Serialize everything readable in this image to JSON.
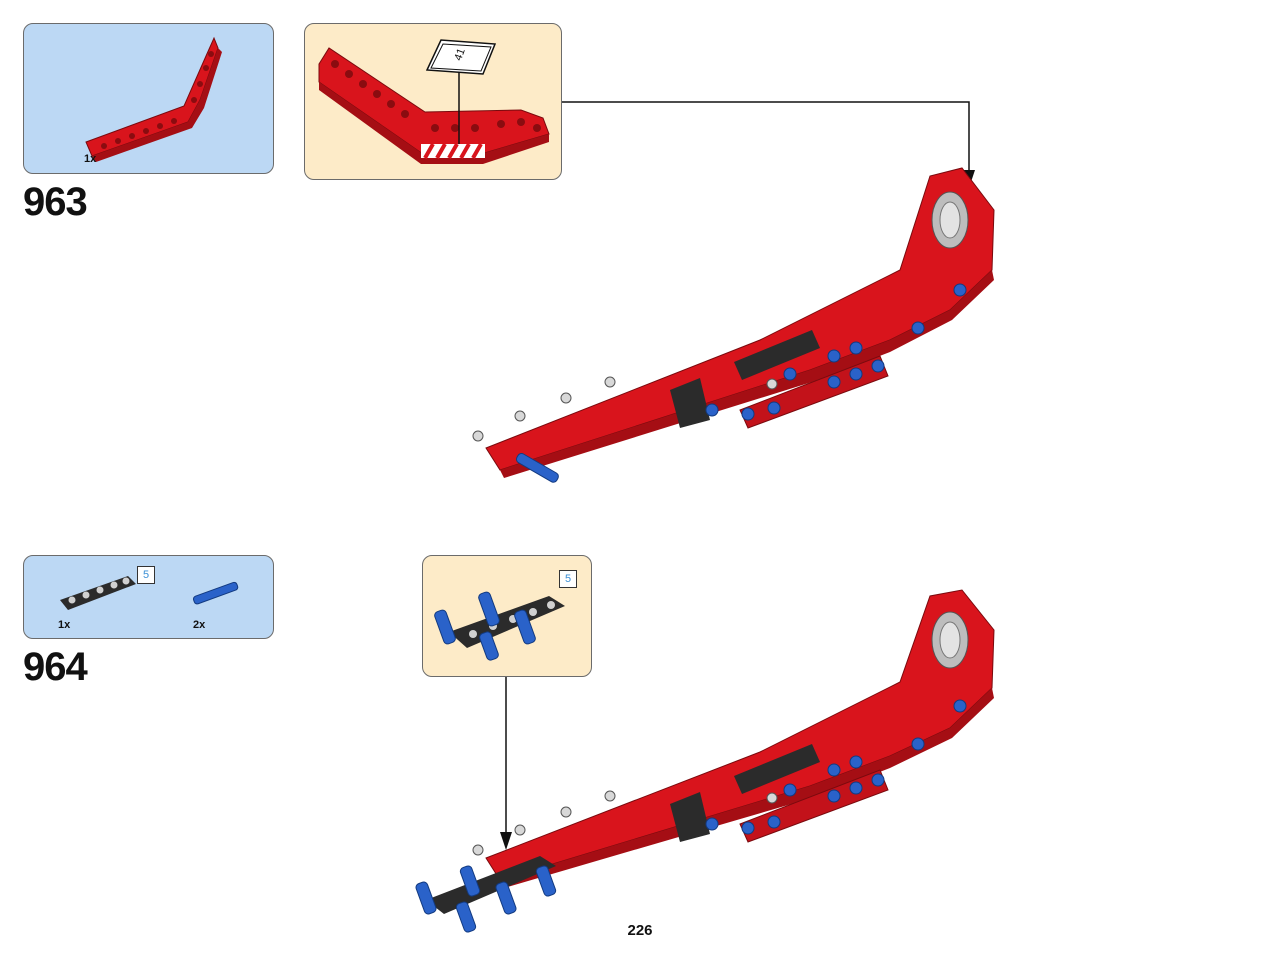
{
  "page_number": "226",
  "steps": [
    {
      "number": "963",
      "parts": [
        {
          "qty": "1x",
          "icon": "red-bent-liftarm-icon"
        }
      ],
      "subassembly": {
        "sticker_label": "41",
        "icon": "sticker-icon"
      }
    },
    {
      "number": "964",
      "parts": [
        {
          "qty": "1x",
          "icon": "black-beam-icon",
          "ref": "5"
        },
        {
          "qty": "2x",
          "icon": "blue-pin-icon"
        }
      ],
      "subassembly": {
        "ref": "5"
      }
    }
  ],
  "colors": {
    "parts_bg": "#bcd8f4",
    "subassembly_bg": "#fdebc8",
    "red_brick": "#d9141c",
    "blue_pin": "#2a62c9",
    "dark_beam": "#2b2b2b",
    "ref_text": "#3a8fd6"
  }
}
